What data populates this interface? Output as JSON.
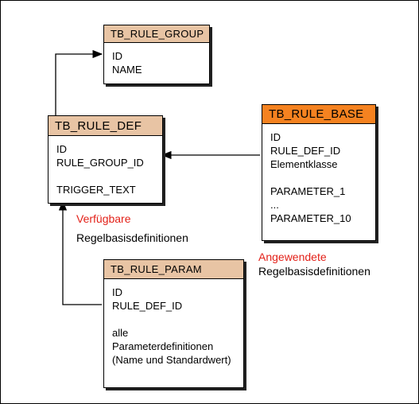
{
  "colors": {
    "header_beige": "#e8c4a4",
    "header_orange": "#f58220",
    "caption_red": "#e32119"
  },
  "entities": {
    "rule_group": {
      "name": "TB_RULE_GROUP",
      "fields": [
        "ID",
        "NAME"
      ]
    },
    "rule_def": {
      "name": "TB_RULE_DEF",
      "fields": [
        "ID",
        "RULE_GROUP_ID",
        "",
        "TRIGGER_TEXT"
      ]
    },
    "rule_base": {
      "name": "TB_RULE_BASE",
      "fields": [
        "ID",
        "RULE_DEF_ID",
        "Elementklasse",
        "",
        "PARAMETER_1",
        "...",
        "PARAMETER_10"
      ]
    },
    "rule_param": {
      "name": "TB_RULE_PARAM",
      "fields": [
        "ID",
        "RULE_DEF_ID",
        "",
        "alle",
        "Parameterdefinitionen",
        "(Name und Standardwert)"
      ]
    }
  },
  "captions": {
    "available_line1": "Verfügbare",
    "available_line2": "Regelbasisdefinitionen",
    "applied_line1": "Angewendete",
    "applied_line2": "Regelbasisdefinitionen"
  }
}
